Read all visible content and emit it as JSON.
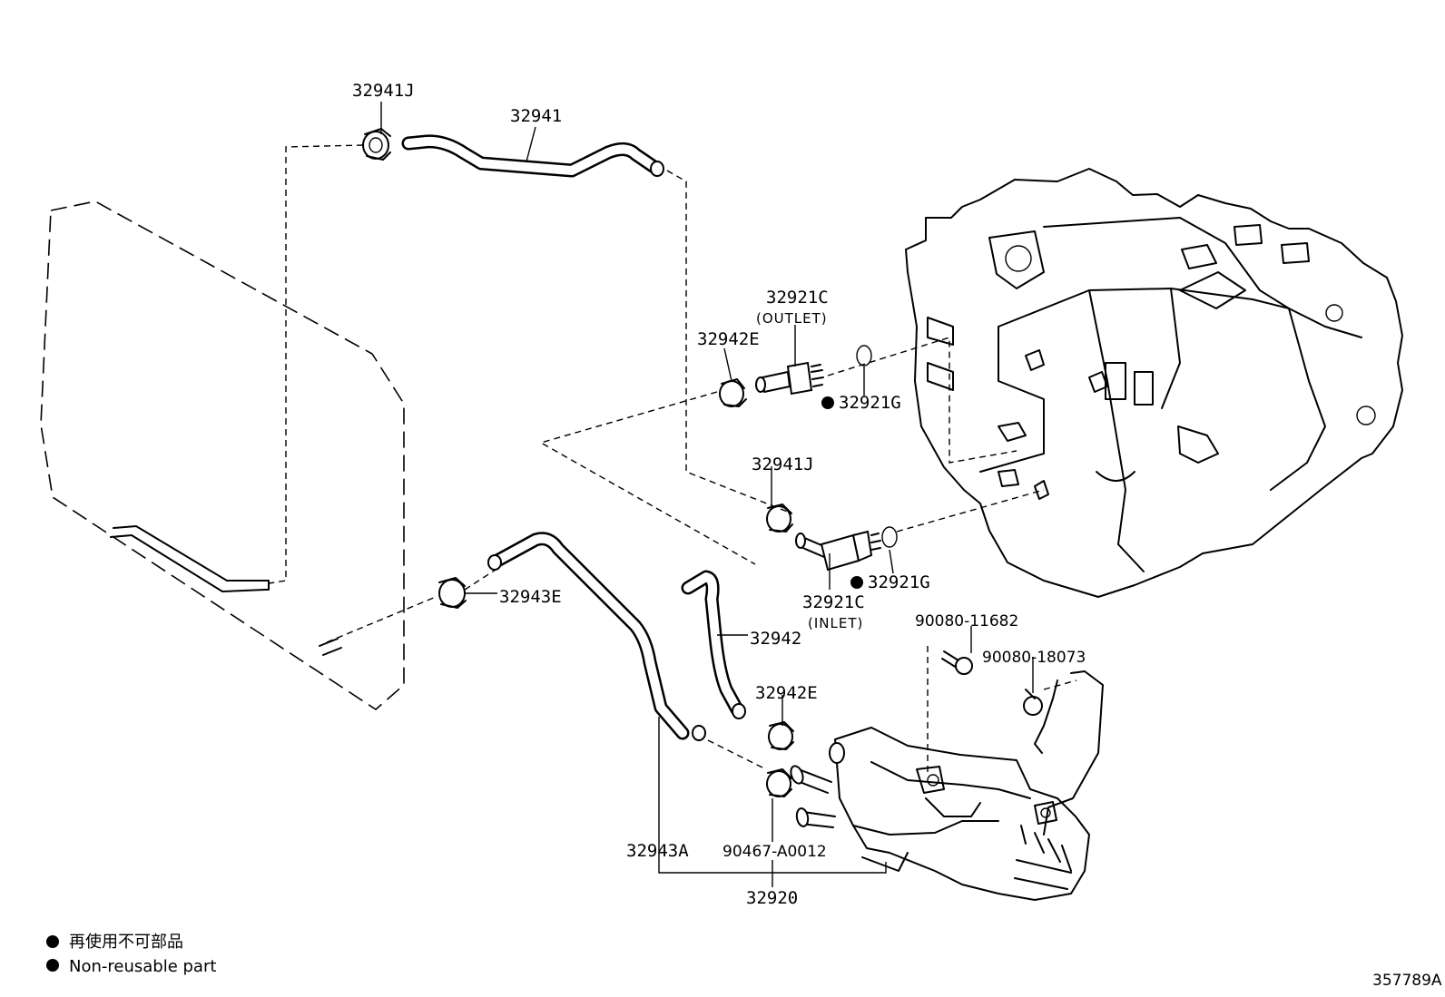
{
  "parts": {
    "p32941J_top": "32941J",
    "p32941": "32941",
    "p32921C_outlet": "32921C",
    "outlet_note": "(OUTLET)",
    "p32942E_top": "32942E",
    "p32921G_top": "32921G",
    "p32941J_mid": "32941J",
    "p32943E": "32943E",
    "p32921G_bottom": "32921G",
    "p32921C_inlet": "32921C",
    "inlet_note": "(INLET)",
    "p90080_11682": "90080-11682",
    "p90080_18073": "90080-18073",
    "p32942": "32942",
    "p32942E_bottom": "32942E",
    "p32943A": "32943A",
    "p90467": "90467-A0012",
    "p32920": "32920"
  },
  "legend": {
    "jp": "再使用不可部品",
    "en": "Non-reusable part"
  },
  "illustration_code": "357789A"
}
